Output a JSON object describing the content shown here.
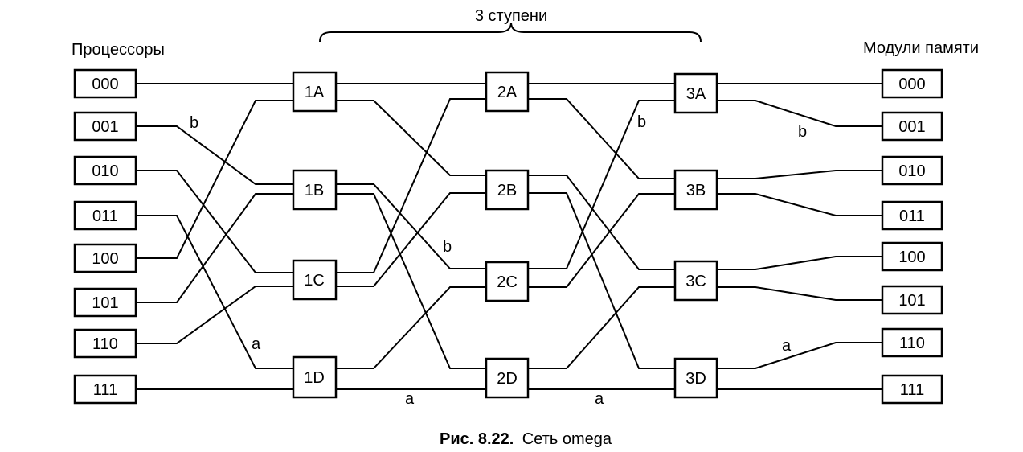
{
  "diagram": {
    "stages_label": "3 ступени",
    "processors_label": "Процессоры",
    "memory_label": "Модули памяти",
    "caption_prefix": "Рис. 8.22.",
    "caption_text": "Сеть omega",
    "processors": [
      "000",
      "001",
      "010",
      "011",
      "100",
      "101",
      "110",
      "111"
    ],
    "memory_modules": [
      "000",
      "001",
      "010",
      "011",
      "100",
      "101",
      "110",
      "111"
    ],
    "stage1": [
      "1A",
      "1B",
      "1C",
      "1D"
    ],
    "stage2": [
      "2A",
      "2B",
      "2C",
      "2D"
    ],
    "stage3": [
      "3A",
      "3B",
      "3C",
      "3D"
    ],
    "path_labels": {
      "b1": "b",
      "b2": "b",
      "b3": "b",
      "b4": "b",
      "a1": "a",
      "a2": "a",
      "a3": "a",
      "a4": "a"
    }
  }
}
